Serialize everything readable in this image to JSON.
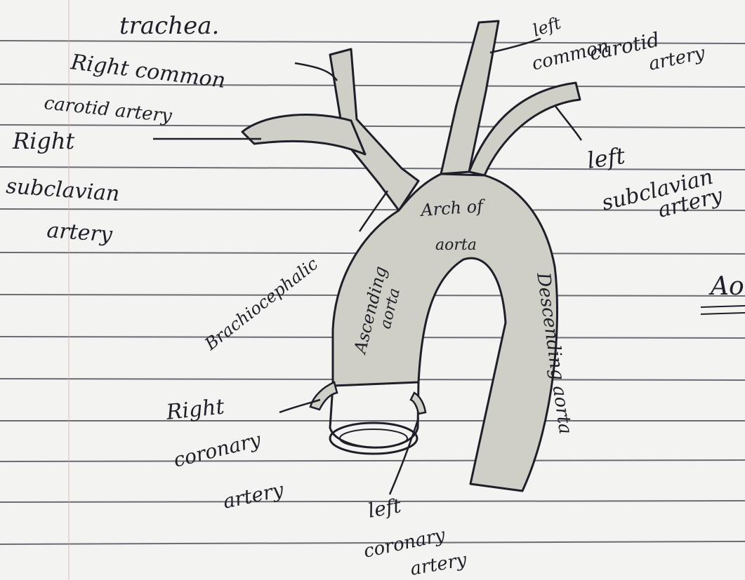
{
  "page": {
    "heading": "trachea.",
    "margin_fragment": "Ao"
  },
  "labels": {
    "right_common_carotid": [
      "Right common",
      "carotid artery"
    ],
    "left_common_carotid": [
      "left",
      "common",
      "carotid",
      "artery"
    ],
    "right_subclavian": [
      "Right",
      "subclavian",
      "artery"
    ],
    "left_subclavian": [
      "left",
      "subclavian",
      "artery"
    ],
    "brachiocephalic": "Brachiocephalic",
    "arch_of_aorta": [
      "Arch of",
      "aorta"
    ],
    "ascending_aorta": [
      "Ascending",
      "aorta"
    ],
    "descending_aorta": "Descending aorta",
    "right_coronary": [
      "Right",
      "coronary",
      "artery"
    ],
    "left_coronary": [
      "left",
      "coronary",
      "artery"
    ]
  },
  "colors": {
    "paper": "#f3f3f1",
    "rule_line": "#3a3f4a",
    "ink": "#1e1f28",
    "vessel_fill": "#cfcfc8"
  }
}
